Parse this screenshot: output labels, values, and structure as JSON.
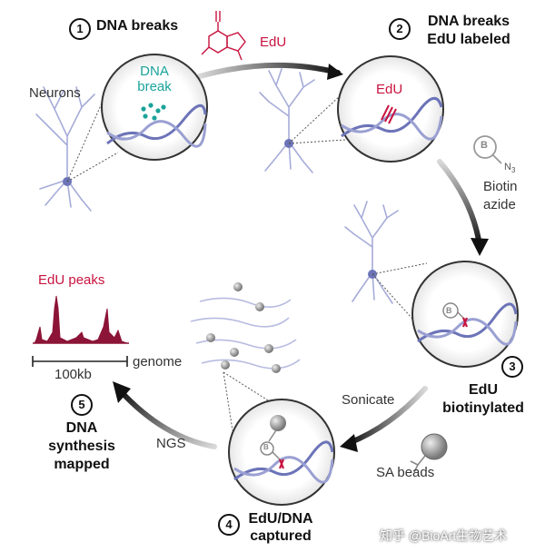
{
  "steps": [
    {
      "number": "1",
      "label": "DNA breaks"
    },
    {
      "number": "2",
      "line1": "DNA breaks",
      "line2": "EdU labeled"
    },
    {
      "number": "3",
      "line1": "EdU",
      "line2": "biotinylated"
    },
    {
      "number": "4",
      "line1": "EdU/DNA",
      "line2": "captured"
    },
    {
      "number": "5",
      "line1": "DNA",
      "line2": "synthesis",
      "line3": "mapped"
    }
  ],
  "labels": {
    "neurons": "Neurons",
    "dna_break_line1": "DNA",
    "dna_break_line2": "break",
    "edu": "EdU",
    "edu_inset": "EdU",
    "biotin_symbol": "B",
    "azide_sub": "N",
    "azide_sub2": "3",
    "biotin_line1": "Biotin",
    "biotin_line2": "azide",
    "sonicate": "Sonicate",
    "sa_beads": "SA beads",
    "ngs": "NGS",
    "edu_peaks": "EdU peaks",
    "scale": "100kb",
    "genome": "genome"
  },
  "watermark": "知乎 @BioArt生物艺术",
  "colors": {
    "edu_red": "#c8133f",
    "teal": "#1aa39a",
    "dna_blue": "#6c74b8",
    "neuron": "#a6acd8",
    "arrow": "#1a1a1a"
  }
}
